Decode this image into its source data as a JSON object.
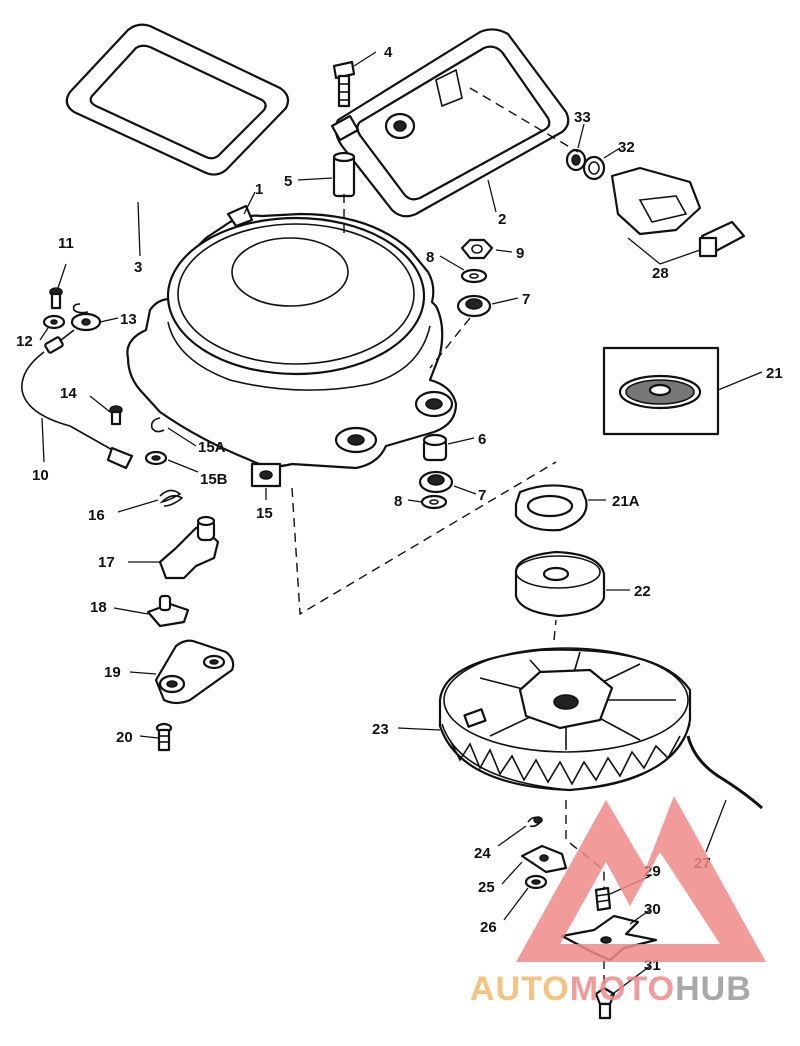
{
  "colors": {
    "line": "#111111",
    "watermark_red": "#f08a8a",
    "watermark_orange": "#f5b86a",
    "watermark_gray": "#9a9a9a"
  },
  "labels": {
    "l1": "1",
    "l2": "2",
    "l3": "3",
    "l4": "4",
    "l5": "5",
    "l6": "6",
    "l7a": "7",
    "l7b": "7",
    "l8a": "8",
    "l8b": "8",
    "l9": "9",
    "l10": "10",
    "l11": "11",
    "l12": "12",
    "l13": "13",
    "l14": "14",
    "l15": "15",
    "l15a": "15A",
    "l15b": "15B",
    "l16": "16",
    "l17": "17",
    "l18": "18",
    "l19": "19",
    "l20": "20",
    "l21": "21",
    "l21a": "21A",
    "l22": "22",
    "l23": "23",
    "l24": "24",
    "l25": "25",
    "l26": "26",
    "l27": "27",
    "l28": "28",
    "l29": "29",
    "l30": "30",
    "l31": "31",
    "l32": "32",
    "l33": "33"
  },
  "watermark": {
    "part1": "AUTO",
    "part2": "MOTO",
    "part3": "HUB"
  }
}
